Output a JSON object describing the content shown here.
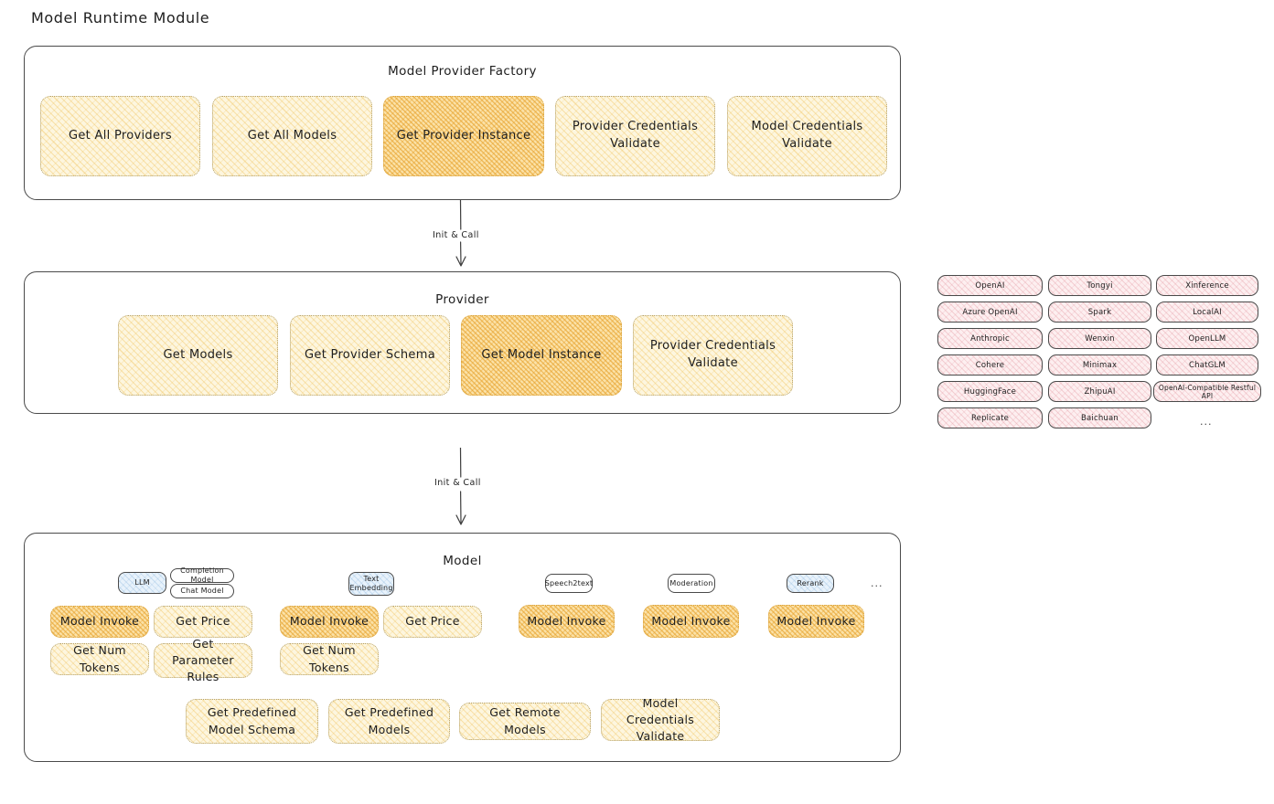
{
  "page": {
    "title": "Model Runtime Module"
  },
  "factory": {
    "title": "Model Provider Factory",
    "nodes": [
      {
        "label": "Get All Providers",
        "highlighted": false
      },
      {
        "label": "Get All Models",
        "highlighted": false
      },
      {
        "label": "Get Provider Instance",
        "highlighted": true
      },
      {
        "label": "Provider Credentials Validate",
        "highlighted": false
      },
      {
        "label": "Model Credentials Validate",
        "highlighted": false
      }
    ]
  },
  "arrows": [
    {
      "label": "Init & Call"
    },
    {
      "label": "Init & Call"
    }
  ],
  "provider": {
    "title": "Provider",
    "nodes": [
      {
        "label": "Get Models",
        "highlighted": false
      },
      {
        "label": "Get Provider Schema",
        "highlighted": false
      },
      {
        "label": "Get Model Instance",
        "highlighted": true
      },
      {
        "label": "Provider Credentials Validate",
        "highlighted": false
      }
    ]
  },
  "provider_list": {
    "columns": [
      {
        "items": [
          "OpenAI",
          "Azure OpenAI",
          "Anthropic",
          "Cohere",
          "HuggingFace",
          "Replicate"
        ]
      },
      {
        "items": [
          "Tongyi",
          "Spark",
          "Wenxin",
          "Minimax",
          "ZhipuAI",
          "Baichuan"
        ]
      },
      {
        "items": [
          "Xinference",
          "LocalAI",
          "OpenLLM",
          "ChatGLM",
          "OpenAI-Compatible Restful API"
        ]
      }
    ],
    "more": "..."
  },
  "model": {
    "title": "Model",
    "more": "...",
    "types": [
      {
        "name": "LLM",
        "style": "blue",
        "subtypes": [
          "Completion Model",
          "Chat Model"
        ],
        "methods": [
          {
            "label": "Model Invoke",
            "highlighted": true
          },
          {
            "label": "Get Price",
            "highlighted": false
          },
          {
            "label": "Get Num Tokens",
            "highlighted": false
          },
          {
            "label": "Get Parameter Rules",
            "highlighted": false
          }
        ]
      },
      {
        "name": "Text Embedding",
        "style": "blue",
        "subtypes": [],
        "methods": [
          {
            "label": "Model Invoke",
            "highlighted": true
          },
          {
            "label": "Get Price",
            "highlighted": false
          },
          {
            "label": "Get Num Tokens",
            "highlighted": false
          }
        ]
      },
      {
        "name": "Speech2text",
        "style": "white",
        "subtypes": [],
        "methods": [
          {
            "label": "Model Invoke",
            "highlighted": true
          }
        ]
      },
      {
        "name": "Moderation",
        "style": "white",
        "subtypes": [],
        "methods": [
          {
            "label": "Model Invoke",
            "highlighted": true
          }
        ]
      },
      {
        "name": "Rerank",
        "style": "blue",
        "subtypes": [],
        "methods": [
          {
            "label": "Model Invoke",
            "highlighted": true
          }
        ]
      }
    ],
    "shared_methods": [
      {
        "label": "Get Predefined Model Schema"
      },
      {
        "label": "Get Predefined Models"
      },
      {
        "label": "Get Remote Models"
      },
      {
        "label": "Model Credentials Validate"
      }
    ]
  },
  "colors": {
    "node_fill": "#fdf6df",
    "node_highlight_fill": "#fbe2a8",
    "provider_chip_fill": "#fdeff0",
    "model_type_chip_fill": "#e8f2fb",
    "stroke": "#1e1e1e"
  }
}
